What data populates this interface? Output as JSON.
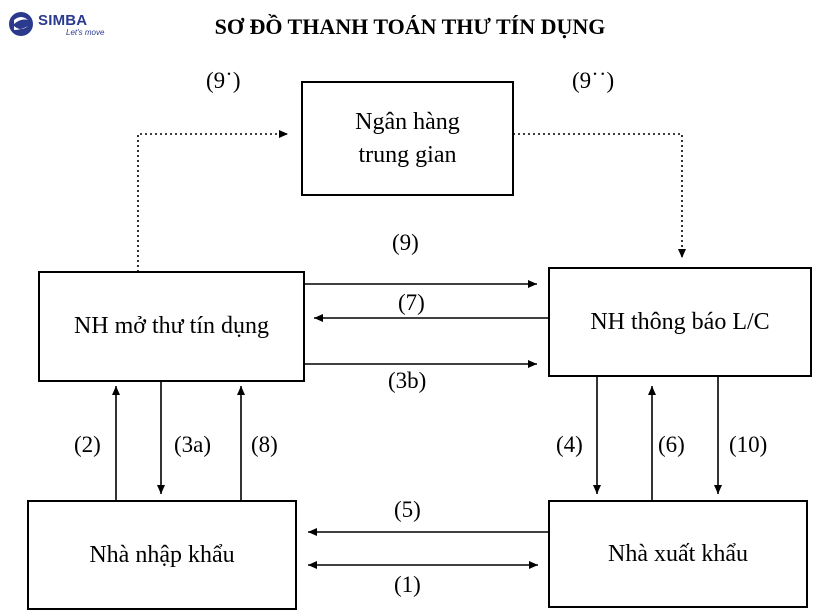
{
  "logo": {
    "brand": "SIMBA",
    "tagline": "Let's move"
  },
  "title": "SƠ ĐỒ THANH TOÁN THƯ TÍN DỤNG",
  "nodes": {
    "intermediary_bank": "Ngân hàng trung gian",
    "issuing_bank": "NH mở thư tín dụng",
    "advising_bank": "NH thông báo L/C",
    "importer": "Nhà nhập khẩu",
    "exporter": "Nhà xuất khẩu"
  },
  "steps": {
    "s9_prime": "(9˙)",
    "s9_double_prime": "(9˙˙)",
    "s9": "(9)",
    "s7": "(7)",
    "s3b": "(3b)",
    "s2": "(2)",
    "s3a": "(3a)",
    "s8": "(8)",
    "s4": "(4)",
    "s6": "(6)",
    "s10": "(10)",
    "s5": "(5)",
    "s1": "(1)"
  }
}
